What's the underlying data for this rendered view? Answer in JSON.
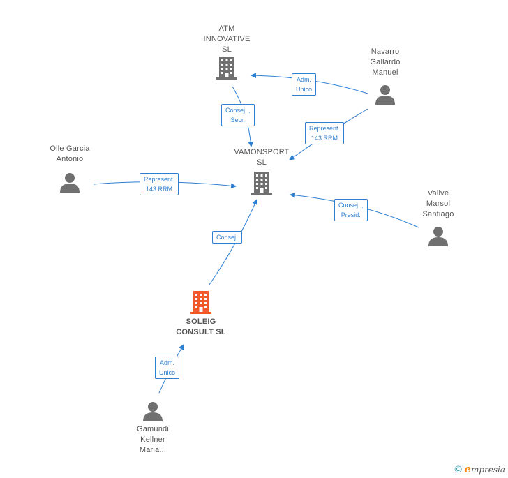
{
  "colors": {
    "edge": "#2f7fd1",
    "building": "#707070",
    "building_main": "#f05a28",
    "person": "#707070"
  },
  "nodes": {
    "atm": {
      "label": "ATM\nINNOVATIVE\nSL"
    },
    "vamon": {
      "label": "VAMONSPORT\nSL"
    },
    "soleig": {
      "label": "SOLEIG\nCONSULT SL"
    },
    "navarro": {
      "label": "Navarro\nGallardo\nManuel"
    },
    "olle": {
      "label": "Olle Garcia\nAntonio"
    },
    "vallve": {
      "label": "Vallve\nMarsol\nSantiago"
    },
    "gamundi": {
      "label": "Gamundi\nKellner\nMaria..."
    }
  },
  "edges": {
    "navarro_atm": {
      "label": "Adm.\nUnico"
    },
    "atm_vamon": {
      "label": "Consej. ,\nSecr."
    },
    "navarro_vamon": {
      "label": "Represent.\n143 RRM"
    },
    "olle_vamon": {
      "label": "Represent.\n143 RRM"
    },
    "vallve_vamon": {
      "label": "Consej. ,\nPresid."
    },
    "soleig_vamon": {
      "label": "Consej."
    },
    "gamundi_soleig": {
      "label": "Adm.\nUnico"
    }
  },
  "footer": {
    "copyright": "©",
    "brand_e": "e",
    "brand_rest": "mpresia"
  }
}
